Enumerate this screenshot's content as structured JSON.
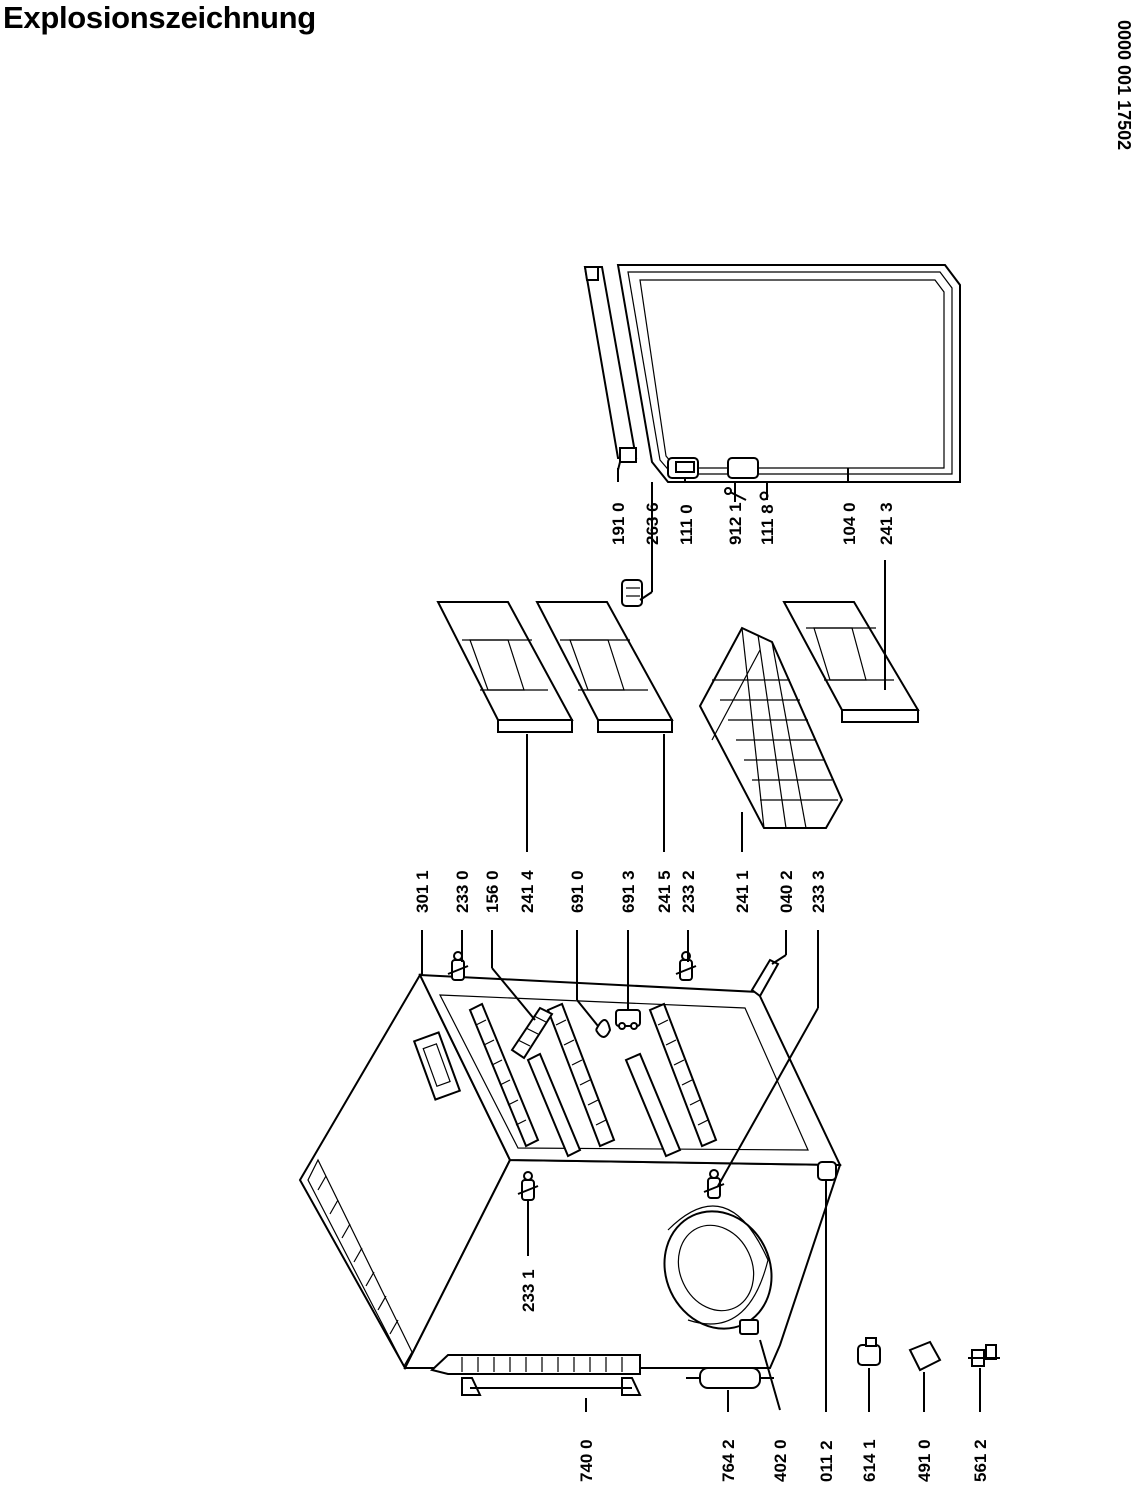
{
  "title": "Explosionszeichnung",
  "document_number": "0000 001 17502",
  "part_labels": {
    "p1910": "191 0",
    "p2636": "263 6",
    "p1110": "111 0",
    "p9121": "912 1",
    "p1118": "111 8",
    "p1040": "104 0",
    "p2413": "241 3",
    "p3011": "301 1",
    "p2330": "233 0",
    "p1560": "156 0",
    "p2414": "241 4",
    "p6910": "691 0",
    "p6913": "691 3",
    "p2415": "241 5",
    "p2332": "233 2",
    "p2411": "241 1",
    "p0402": "040 2",
    "p2333": "233 3",
    "p2331": "233 1",
    "p7400": "740 0",
    "p7642": "764 2",
    "p4020": "402 0",
    "p0112": "011 2",
    "p6141": "614 1",
    "p4910": "491 0",
    "p5612": "561 2"
  }
}
